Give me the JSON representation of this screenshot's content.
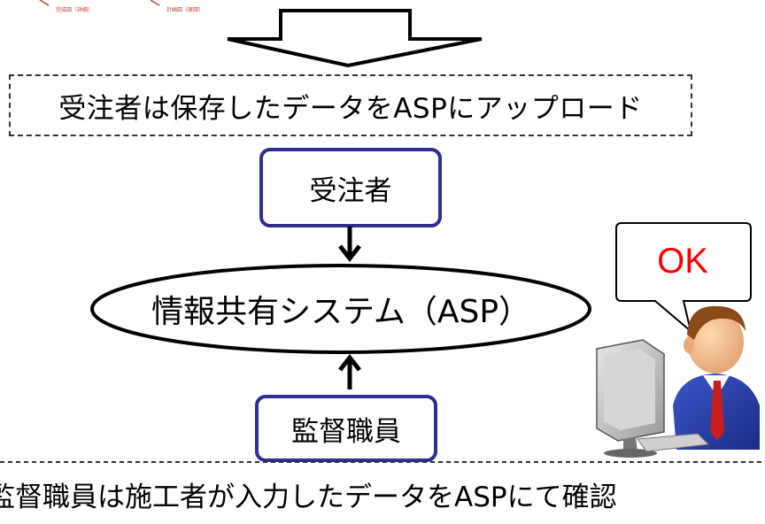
{
  "captions": {
    "left": "完成図（詳細）",
    "right": "計画図（原図）"
  },
  "top_box": {
    "text": "受注者は保存したデータをASPにアップロード"
  },
  "contractor_box": {
    "label": "受注者"
  },
  "system": {
    "label": "情報共有システム（ASP）"
  },
  "supervisor_box": {
    "label": "監督職員"
  },
  "speech_bubble": {
    "text": "OK"
  },
  "bottom_text": {
    "text": "監督職員は施工者が入力したデータをASPにて確認"
  },
  "colors": {
    "box_border": "#2e2e8f",
    "ok_text": "#ff0000",
    "caption": "#c0392b"
  }
}
